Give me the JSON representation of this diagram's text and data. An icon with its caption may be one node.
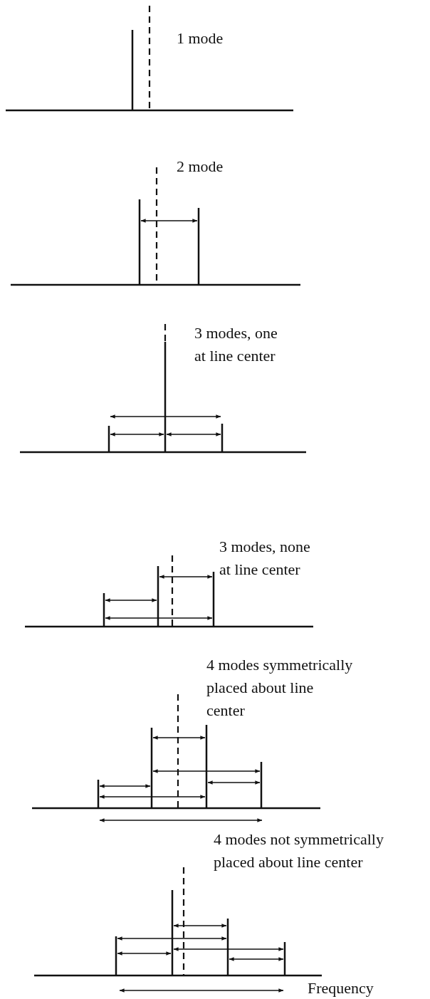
{
  "diagram": {
    "labels": [
      "1 mode",
      "2 mode",
      "3 modes, one at line center",
      "3 modes, none at line center",
      "4 modes symmetrically placed about line center",
      "4 modes not symmetrically placed about line center",
      "Frequency"
    ]
  }
}
